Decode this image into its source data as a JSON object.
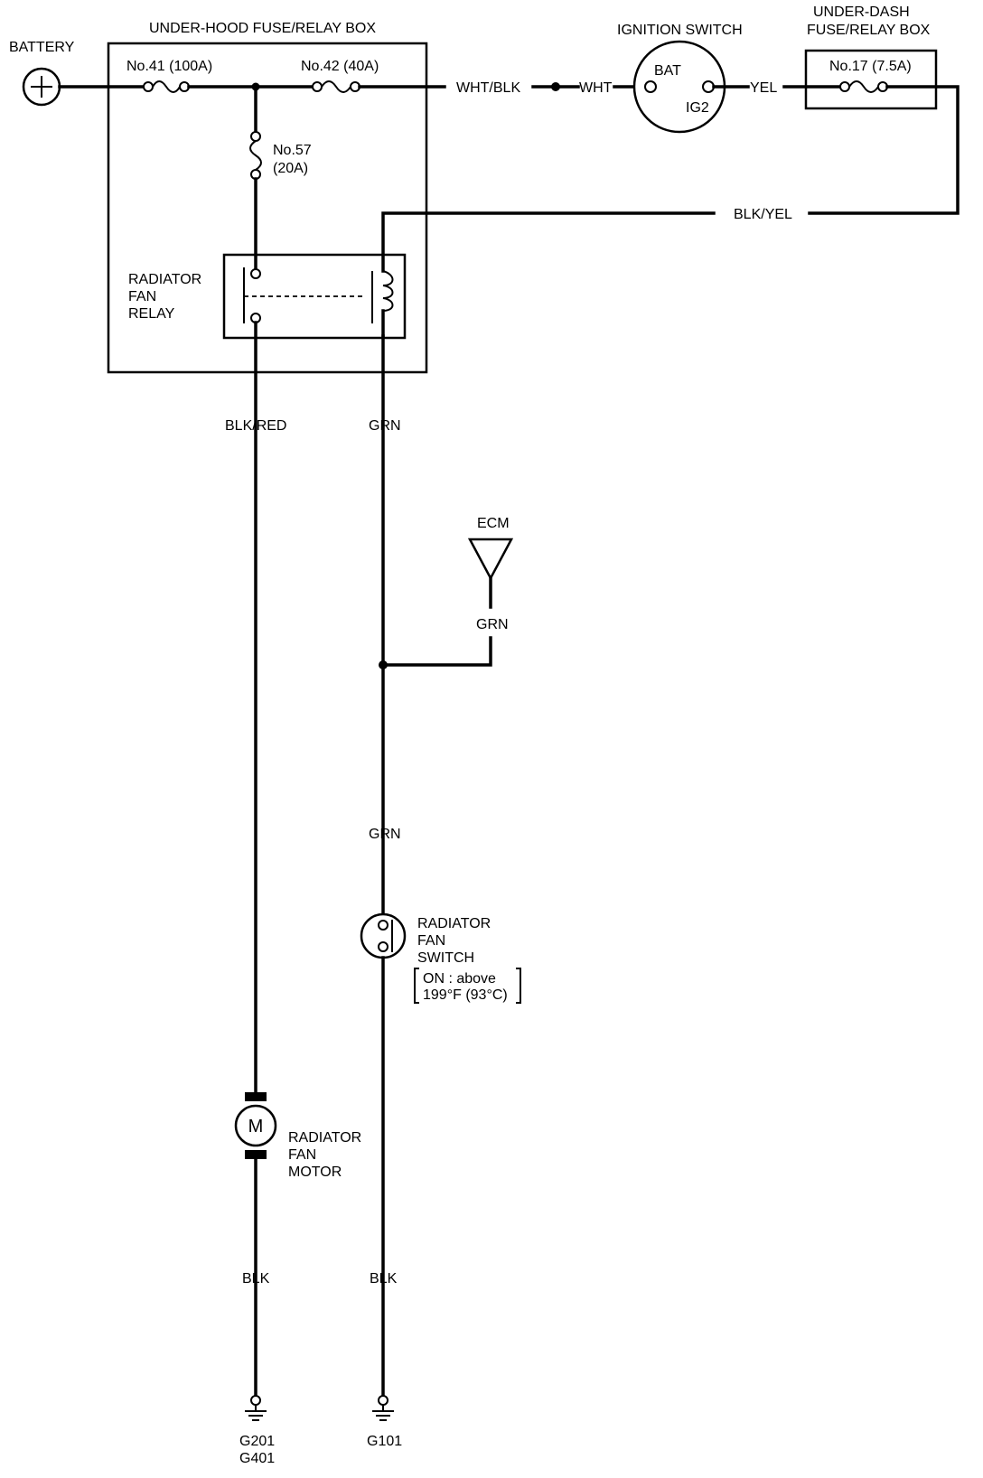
{
  "labels": {
    "battery": "BATTERY",
    "under_hood_box": "UNDER-HOOD FUSE/RELAY BOX",
    "fuse_41": "No.41 (100A)",
    "fuse_42": "No.42 (40A)",
    "fuse_57_name": "No.57",
    "fuse_57_rating": "(20A)",
    "wire_wht_blk": "WHT/BLK",
    "wire_wht": "WHT",
    "ignition_switch": "IGNITION SWITCH",
    "ign_bat": "BAT",
    "ign_ig2": "IG2",
    "wire_yel": "YEL",
    "under_dash_box_line1": "UNDER-DASH",
    "under_dash_box_line2": "FUSE/RELAY BOX",
    "fuse_17": "No.17 (7.5A)",
    "wire_blk_yel": "BLK/YEL",
    "relay_line1": "RADIATOR",
    "relay_line2": "FAN",
    "relay_line3": "RELAY",
    "wire_blk_red": "BLK/RED",
    "wire_grn_top": "GRN",
    "ecm": "ECM",
    "wire_grn_ecm": "GRN",
    "wire_grn_mid": "GRN",
    "fan_switch_line1": "RADIATOR",
    "fan_switch_line2": "FAN",
    "fan_switch_line3": "SWITCH",
    "fan_switch_cond1": "ON : above",
    "fan_switch_cond2": "199°F (93°C)",
    "motor_symbol": "M",
    "motor_line1": "RADIATOR",
    "motor_line2": "FAN",
    "motor_line3": "MOTOR",
    "wire_blk_left": "BLK",
    "wire_blk_right": "BLK",
    "ground_left_1": "G201",
    "ground_left_2": "G401",
    "ground_right": "G101"
  }
}
